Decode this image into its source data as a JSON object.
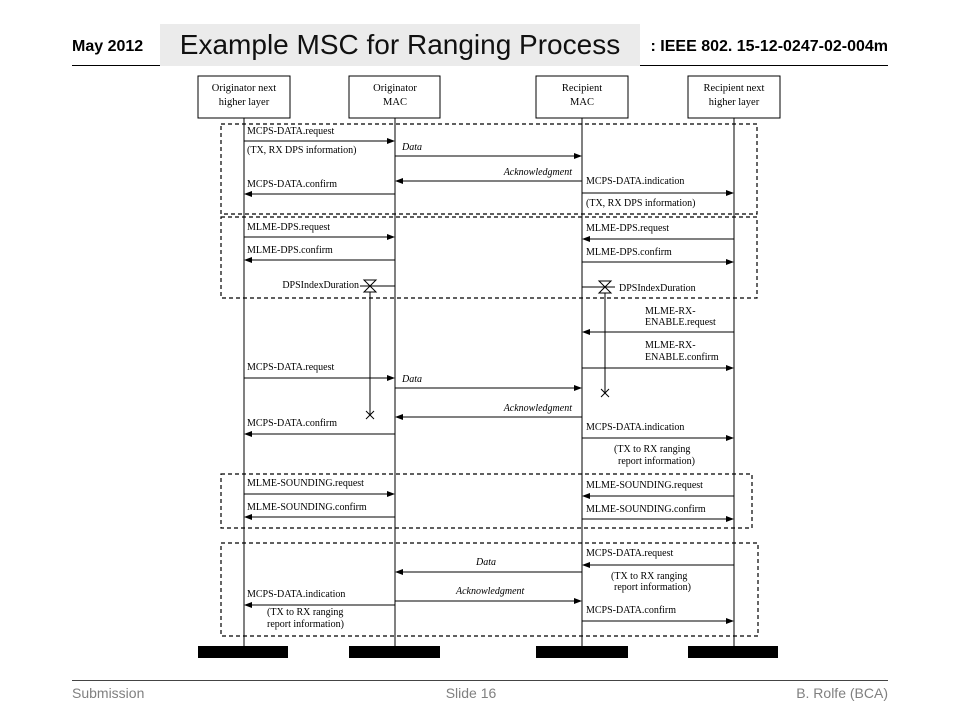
{
  "header": {
    "date": "May 2012",
    "title": "Example MSC for Ranging Process",
    "doc_id": ": IEEE 802. 15-12-0247-02-004m"
  },
  "diagram": {
    "entities": [
      {
        "lines": [
          "Originator next",
          "higher layer"
        ]
      },
      {
        "lines": [
          "Originator",
          "MAC"
        ]
      },
      {
        "lines": [
          "Recipient",
          "MAC"
        ]
      },
      {
        "lines": [
          "Recipient next",
          "higher layer"
        ]
      }
    ],
    "messages": [
      {
        "lines": [
          "MCPS-DATA.request",
          "(TX, RX DPS information)"
        ],
        "from": 0,
        "to": 1
      },
      {
        "lines": [
          "Data"
        ],
        "from": 1,
        "to": 2
      },
      {
        "lines": [
          "Acknowledgment"
        ],
        "from": 2,
        "to": 1
      },
      {
        "lines": [
          "MCPS-DATA.confirm"
        ],
        "from": 1,
        "to": 0
      },
      {
        "lines": [
          "MCPS-DATA.indication",
          "(TX, RX DPS information)"
        ],
        "from": 2,
        "to": 3
      },
      {
        "lines": [
          "MLME-DPS.request"
        ],
        "from": 0,
        "to": 1
      },
      {
        "lines": [
          "MLME-DPS.request"
        ],
        "from": 3,
        "to": 2
      },
      {
        "lines": [
          "MLME-DPS.confirm"
        ],
        "from": 1,
        "to": 0
      },
      {
        "lines": [
          "MLME-DPS.confirm"
        ],
        "from": 2,
        "to": 3
      },
      {
        "lines": [
          "MLME-RX-",
          "ENABLE.request"
        ],
        "from": 3,
        "to": 2
      },
      {
        "lines": [
          "MLME-RX-",
          "ENABLE.confirm"
        ],
        "from": 2,
        "to": 3
      },
      {
        "lines": [
          "MCPS-DATA.request"
        ],
        "from": 0,
        "to": 1
      },
      {
        "lines": [
          "Data"
        ],
        "from": 1,
        "to": 2
      },
      {
        "lines": [
          "Acknowledgment"
        ],
        "from": 2,
        "to": 1
      },
      {
        "lines": [
          "MCPS-DATA.confirm"
        ],
        "from": 1,
        "to": 0
      },
      {
        "lines": [
          "MCPS-DATA.indication",
          "(TX to RX ranging",
          "report information)"
        ],
        "from": 2,
        "to": 3
      },
      {
        "lines": [
          "MLME-SOUNDING.request"
        ],
        "from": 0,
        "to": 1
      },
      {
        "lines": [
          "MLME-SOUNDING.request"
        ],
        "from": 3,
        "to": 2
      },
      {
        "lines": [
          "MLME-SOUNDING.confirm"
        ],
        "from": 1,
        "to": 0
      },
      {
        "lines": [
          "MLME-SOUNDING.confirm"
        ],
        "from": 2,
        "to": 3
      },
      {
        "lines": [
          "MCPS-DATA.request",
          "(TX to RX ranging",
          "report information)"
        ],
        "from": 3,
        "to": 2
      },
      {
        "lines": [
          "Data"
        ],
        "from": 2,
        "to": 1
      },
      {
        "lines": [
          "Acknowledgment"
        ],
        "from": 1,
        "to": 2
      },
      {
        "lines": [
          "MCPS-DATA.indication",
          "(TX to RX ranging",
          "report information)"
        ],
        "from": 1,
        "to": 0
      },
      {
        "lines": [
          "MCPS-DATA.confirm"
        ],
        "from": 2,
        "to": 3
      }
    ],
    "timers": [
      {
        "label": "DPSIndexDuration"
      },
      {
        "label": "DPSIndexDuration"
      }
    ]
  },
  "footer": {
    "left": "Submission",
    "center": "Slide 16",
    "right": "B. Rolfe (BCA)"
  },
  "colors": {
    "title_box": "#ebebeb",
    "footer_text": "#808080",
    "diagram_ink": "#000000"
  }
}
